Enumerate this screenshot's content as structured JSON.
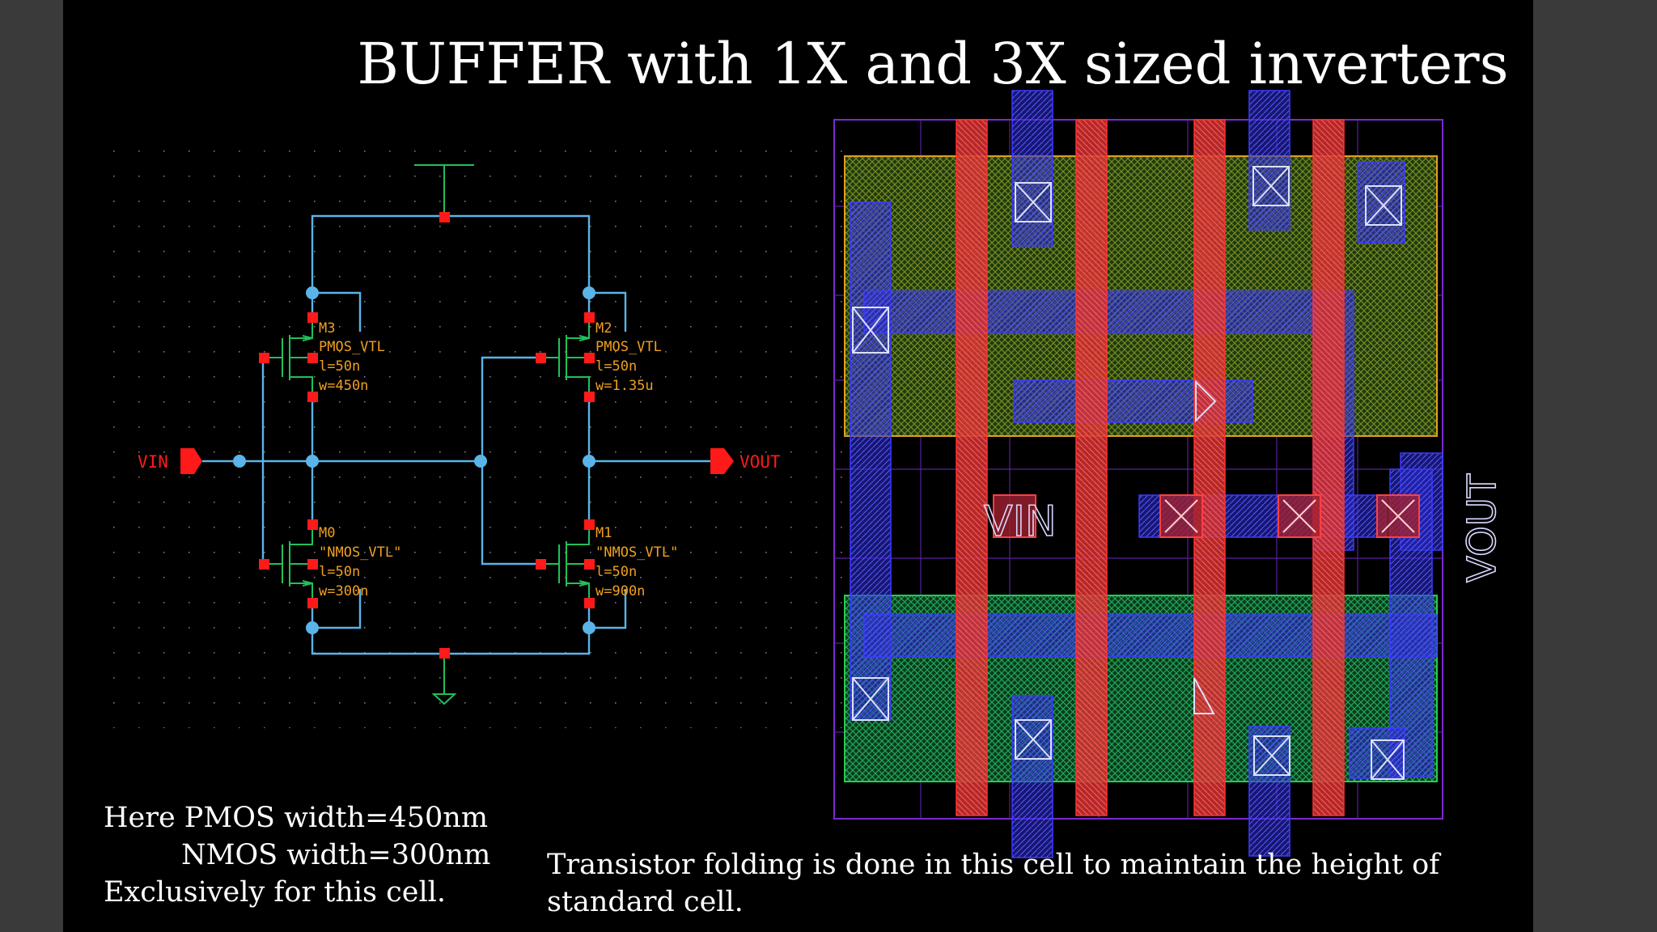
{
  "slide": {
    "title": "BUFFER with 1X and 3X sized inverters",
    "notes": {
      "line1": "Here PMOS width=450nm",
      "line2": "NMOS width=300nm",
      "line3": "Exclusively for this cell.",
      "folding_line1": "Transistor folding is done in this cell to maintain the height of",
      "folding_line2": "standard cell."
    }
  },
  "schematic": {
    "pins": {
      "input": "VIN",
      "output": "VOUT"
    },
    "transistors": [
      {
        "name": "M3",
        "model": "PMOS_VTL",
        "l": "l=50n",
        "w": "w=450n"
      },
      {
        "name": "M2",
        "model": "PMOS_VTL",
        "l": "l=50n",
        "w": "w=1.35u"
      },
      {
        "name": "M0",
        "model": "\"NMOS_VTL\"",
        "l": "l=50n",
        "w": "w=300n"
      },
      {
        "name": "M1",
        "model": "\"NMOS_VTL\"",
        "l": "l=50n",
        "w": "w=900n"
      }
    ]
  },
  "layout": {
    "labels": {
      "input": "VIN",
      "output": "VOUT"
    }
  },
  "colors": {
    "wire": "#5ab4e8",
    "pin": "#ff1a1a",
    "device": "#22c05a",
    "device_label": "#f0a020",
    "poly": "#e23a3a",
    "metal": "#2a2ad8",
    "nwell": "#e0a020",
    "active": "#22aa44"
  }
}
